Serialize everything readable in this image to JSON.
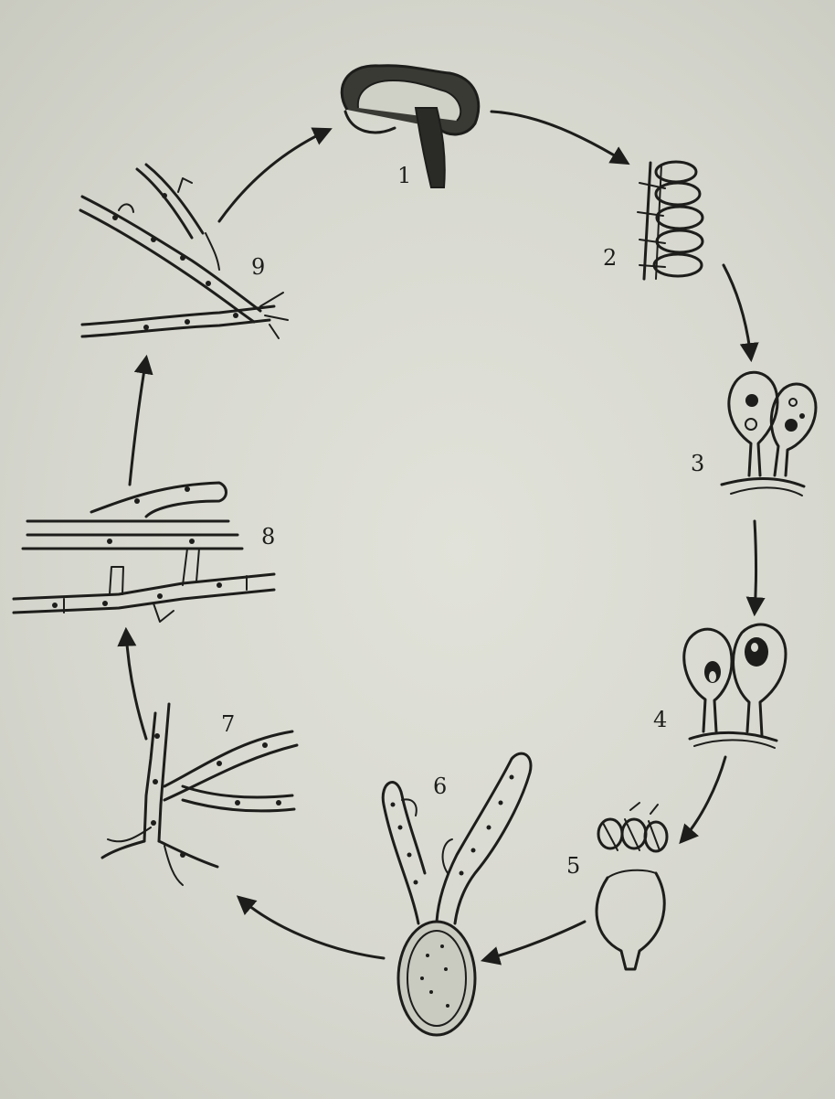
{
  "stages": [
    {
      "id": 1,
      "label": "1"
    },
    {
      "id": 2,
      "label": "2"
    },
    {
      "id": 3,
      "label": "3"
    },
    {
      "id": 4,
      "label": "4"
    },
    {
      "id": 5,
      "label": "5"
    },
    {
      "id": 6,
      "label": "6"
    },
    {
      "id": 7,
      "label": "7"
    },
    {
      "id": 8,
      "label": "8"
    },
    {
      "id": 9,
      "label": "9"
    }
  ],
  "colors": {
    "ink": "#1d1d1b",
    "paper": "#d7d8cf"
  }
}
